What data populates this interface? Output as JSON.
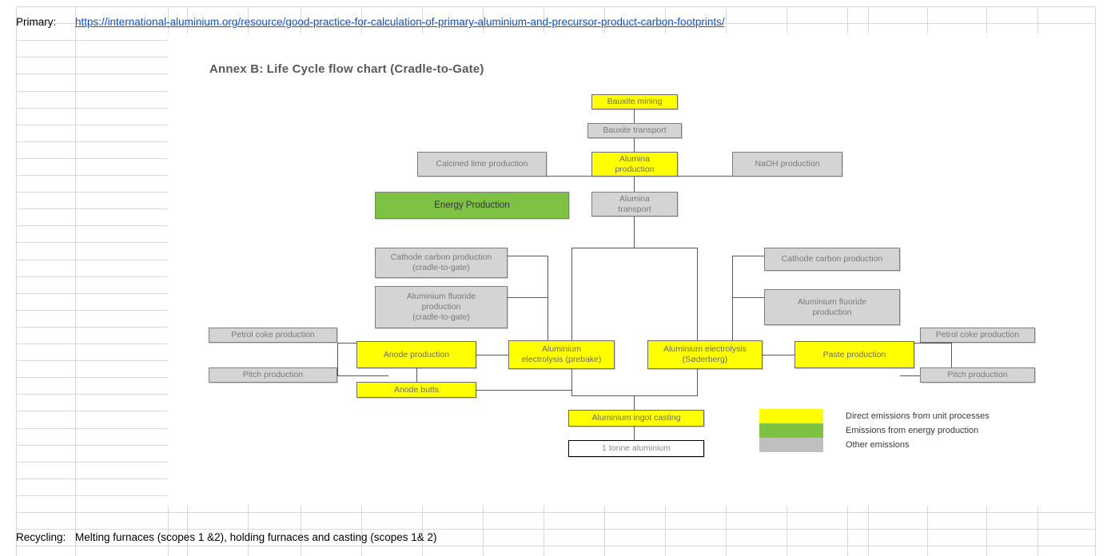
{
  "sheet": {
    "primary_label": "Primary:",
    "primary_url": "https://international-aluminium.org/resource/good-practice-for-calculation-of-primary-aluminium-and-precursor-product-carbon-footprints/",
    "recycling_label": "Recycling:",
    "recycling_text": "Melting furnaces (scopes 1 &2), holding furnaces and casting (scopes 1& 2)"
  },
  "diagram": {
    "title": "Annex B: Life Cycle flow chart (Cradle-to-Gate)",
    "colors": {
      "direct": "#FFFF00",
      "energy": "#7DC243",
      "other": "#BFBFBF",
      "line": "#595959",
      "link": "#1155CC"
    },
    "nodes": {
      "bauxite_mining": "Bauxite mining",
      "bauxite_transport": "Bauxite transport",
      "calcined_lime": "Calcined lime production",
      "alumina_production": "Alumina production",
      "naoh_production": "NaOH production",
      "energy_production": "Energy Production",
      "alumina_transport": "Alumina transport",
      "cathode_carbon_left": "Cathode carbon production (cradle-to-gate)",
      "alf3_left": "Aluminium fluoride production (cradle-to-gate)",
      "cathode_carbon_right": "Cathode carbon production",
      "alf3_right": "Aluminium fluoride production",
      "petrol_coke_left": "Petrol coke production",
      "petrol_coke_right": "Petrol coke production",
      "pitch_left": "Pitch production",
      "pitch_right": "Pitch production",
      "anode_production": "Anode production",
      "anode_butts": "Anode butts",
      "electrolysis_prebake": "Aluminium electrolysis (prebake)",
      "electrolysis_soderberg": "Aluminium electrolysis (Søderberg)",
      "paste_production": "Paste production",
      "ingot_casting": "Aluminium ingot casting",
      "one_tonne": "1 tonne aluminium"
    },
    "node_lines": {
      "alumina_production": [
        "Alumina",
        "production"
      ],
      "alumina_transport": [
        "Alumina",
        "transport"
      ],
      "cathode_carbon_left": [
        "Cathode carbon production",
        "(cradle-to-gate)"
      ],
      "alf3_left": [
        "Aluminium fluoride",
        "production",
        "(cradle-to-gate)"
      ],
      "alf3_right": [
        "Aluminium fluoride",
        "production"
      ],
      "electrolysis_prebake": [
        "Aluminium",
        "electrolysis (prebake)"
      ],
      "electrolysis_soderberg": [
        "Aluminium electrolysis",
        "(Søderberg)"
      ]
    },
    "legend": [
      {
        "swatch": "#FFFF00",
        "label": "Direct emissions from unit processes"
      },
      {
        "swatch": "#7DC243",
        "label": "Emissions from energy production"
      },
      {
        "swatch": "#BFBFBF",
        "label": "Other emissions"
      }
    ]
  }
}
